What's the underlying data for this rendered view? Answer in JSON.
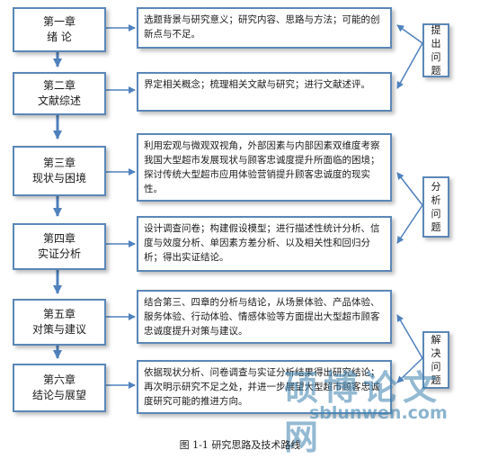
{
  "chapters": [
    {
      "line1": "第一章",
      "line2": "绪  论"
    },
    {
      "line1": "第二章",
      "line2": "文献综述"
    },
    {
      "line1": "第三章",
      "line2": "现状与困境"
    },
    {
      "line1": "第四章",
      "line2": "实证分析"
    },
    {
      "line1": "第五章",
      "line2": "对策与建议"
    },
    {
      "line1": "第六章",
      "line2": "结论与展望"
    }
  ],
  "descriptions": [
    "选题背景与研究意义；研究内容、思路与方法；可能的创新点与不足。",
    "界定相关概念；梳理相关文献与研究；进行文献述评。",
    "利用宏观与微观双视角，外部因素与内部因素双维度考察我国大型超市发展现状与顾客忠诚度提升所面临的困境；探讨传统大型超市应用体验营销提升顾客忠诚度的现实性。",
    "设计调查问卷；构建假设模型；进行描述性统计分析、信度与效度分析、单因素方差分析、以及相关性和回归分析；得出实证结论。",
    "结合第三、四章的分析与结论，从场景体验、产品体验、服务体验、行动体验、情感体验等方面提出大型超市顾客忠诚度提升对策与建议。",
    "依据现状分析、问卷调查与实证分析结果得出研究结论；再次明示研究不足之处，并进一步展望大型超市顾客忠诚度研究可能的推进方向。"
  ],
  "side_labels": [
    "提出问题",
    "分析问题",
    "解决问题"
  ],
  "watermark": {
    "chinese": "硕博论文网",
    "url": "sblunwen.com"
  },
  "caption": "图 1-1    研究思路及技术路线",
  "colors": {
    "border": "#5b87b7",
    "arrow": "#4f81bd"
  }
}
